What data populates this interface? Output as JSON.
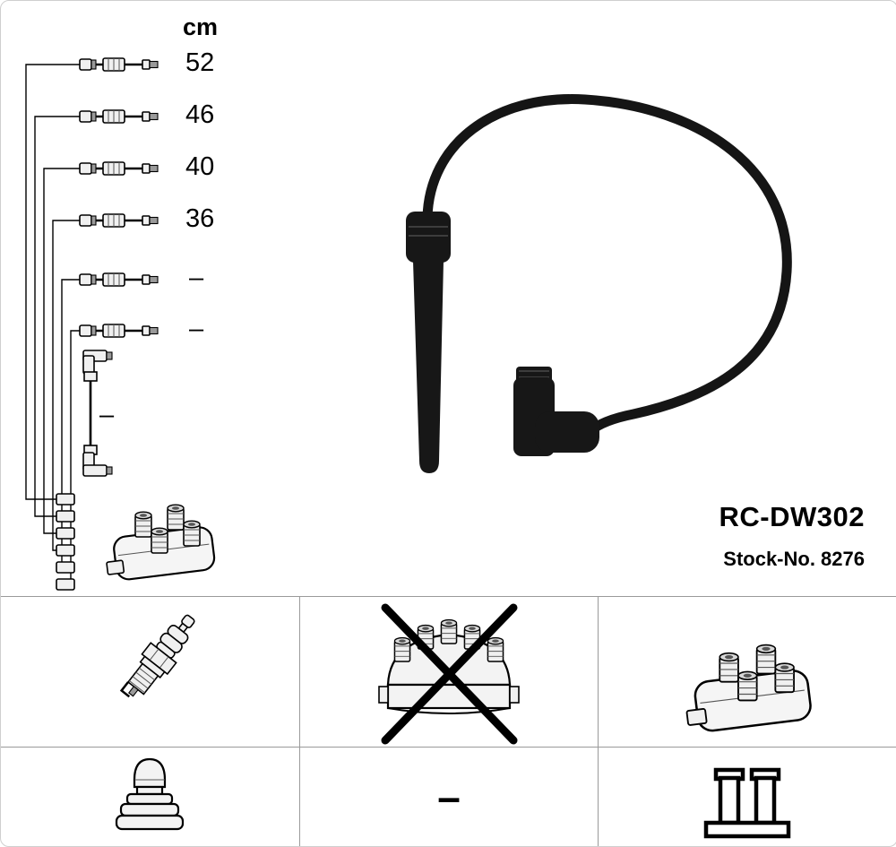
{
  "product": {
    "code": "RC-DW302",
    "stock": "Stock-No. 8276"
  },
  "measurements": {
    "unit": "cm",
    "cables": [
      {
        "length": "52"
      },
      {
        "length": "46"
      },
      {
        "length": "40"
      },
      {
        "length": "36"
      },
      {
        "length": "–"
      },
      {
        "length": "–"
      },
      {
        "length": "–"
      }
    ]
  },
  "legend": {
    "cells": [
      {
        "icon": "spark-plug-icon",
        "crossed_out": false
      },
      {
        "icon": "distributor-cap-icon",
        "crossed_out": true
      },
      {
        "icon": "ignition-coil-icon",
        "crossed_out": false
      },
      {
        "icon": "plug-boot-icon",
        "crossed_out": false
      },
      {
        "icon": "dash-symbol",
        "label": "–",
        "crossed_out": false
      },
      {
        "icon": "coil-connector-icon",
        "crossed_out": false
      }
    ]
  },
  "colors": {
    "cable_boot": "#171717",
    "outline": "#000000",
    "grid_line": "#9a9a9a",
    "background": "#ffffff"
  }
}
